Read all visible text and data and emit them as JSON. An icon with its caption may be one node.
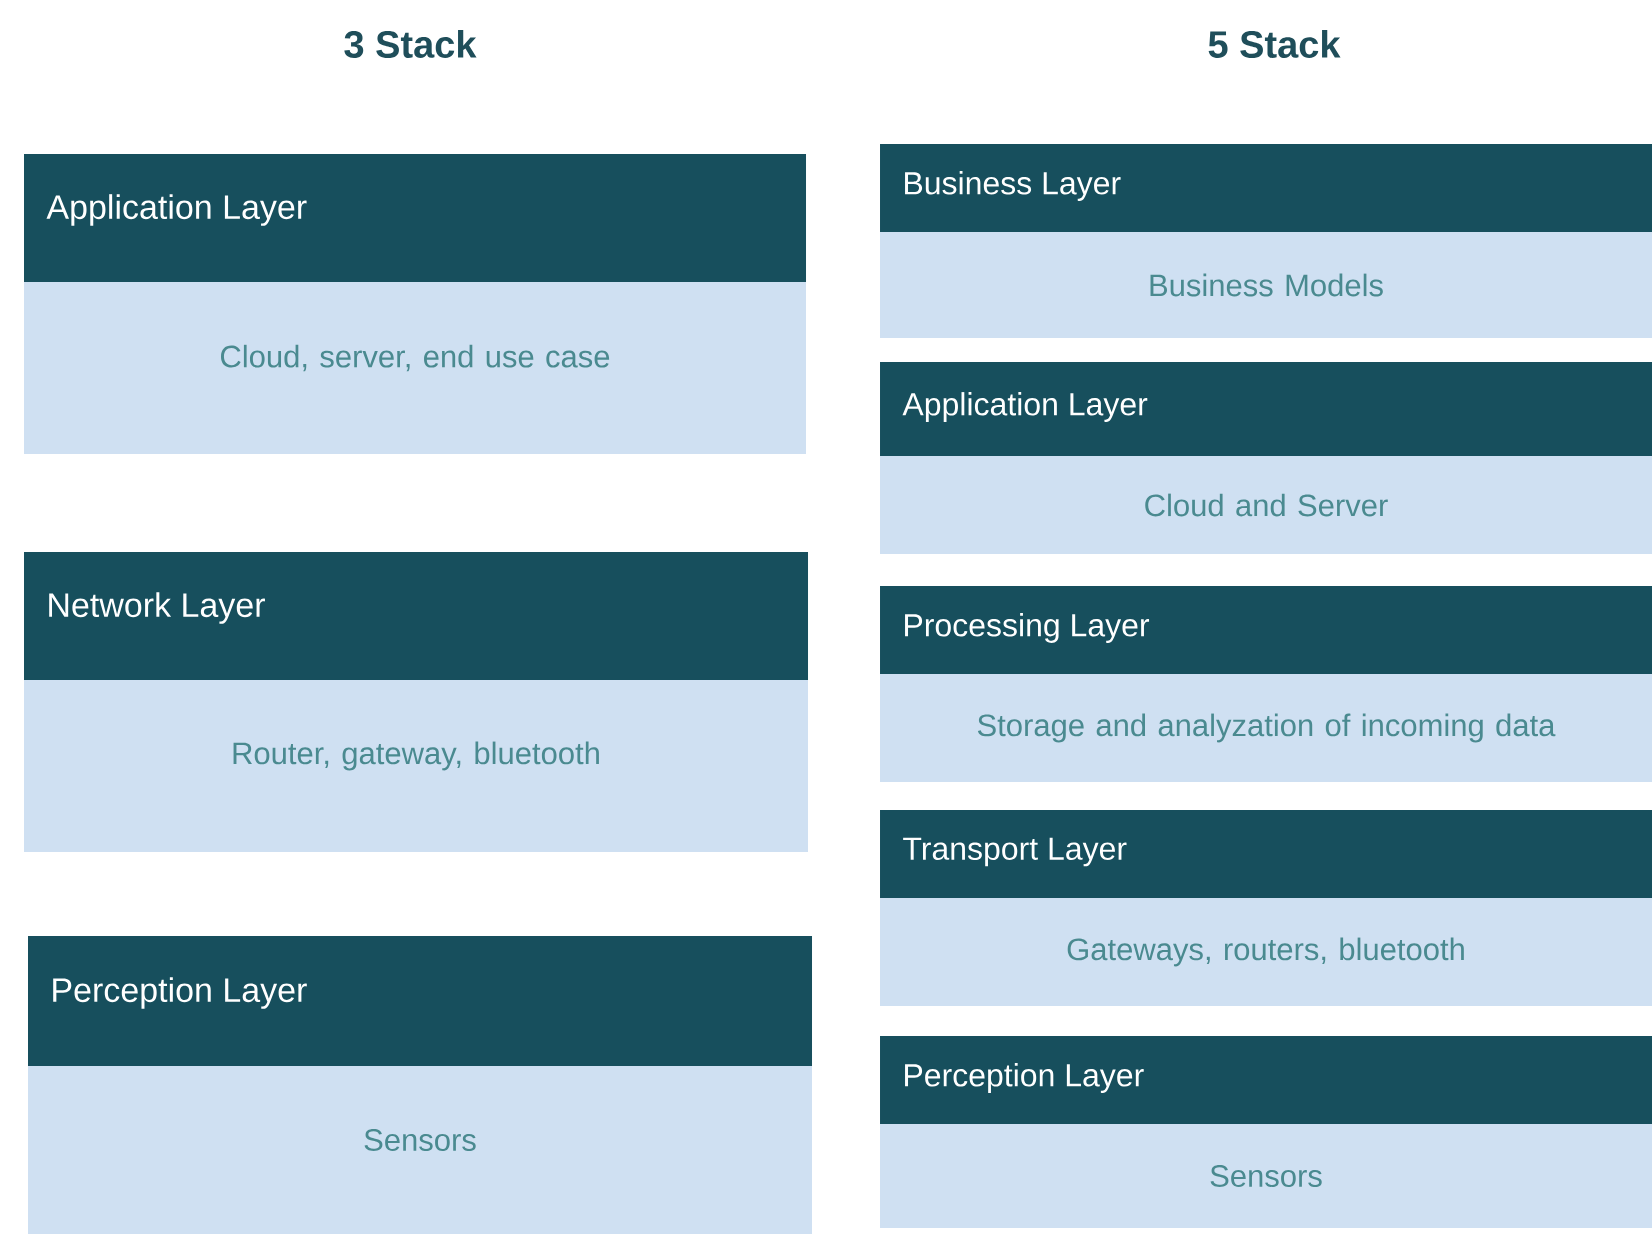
{
  "diagram": {
    "nodes": [
      {
        "text": [
          "Application Layer",
          "Cloud, server, end use case"
        ]
      },
      {
        "text": [
          "Network Layer",
          "Router, gateway, bluetooth"
        ]
      },
      {
        "text": [
          "Perception Layer",
          "Sensors"
        ]
      },
      {
        "text": [
          "Business Layer",
          "Business Models"
        ]
      },
      {
        "text": [
          "Application Layer",
          "Cloud and Server"
        ]
      },
      {
        "text": [
          "Processing Layer",
          "Storage and analyzation of incoming data"
        ]
      },
      {
        "text": [
          "Transport Layer",
          "Gateways, routers, bluetooth"
        ]
      },
      {
        "text": [
          "Perception Layer",
          "Sensors"
        ]
      }
    ],
    "labels": [
      "3 Stack",
      "5 Stack"
    ]
  }
}
